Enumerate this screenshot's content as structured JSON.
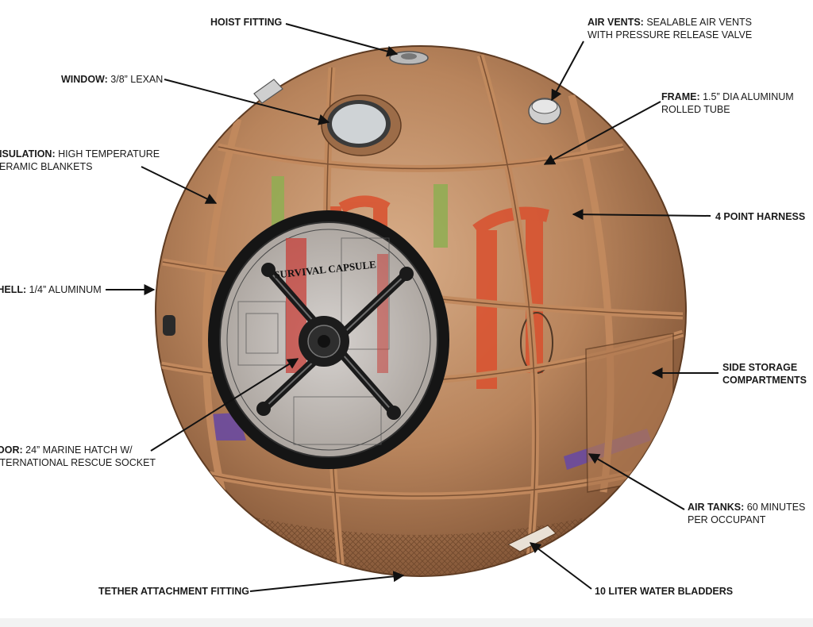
{
  "brand_logo": "SURVIVAL CAPSULE",
  "callouts": {
    "hoist": {
      "bold": "HOIST FITTING",
      "text": ""
    },
    "window": {
      "bold": "WINDOW:",
      "text": " 3/8” LEXAN"
    },
    "insulation": {
      "bold": "INSULATION:",
      "text": " HIGH TEMPERATURE",
      "line2": "CERAMIC BLANKETS"
    },
    "shell": {
      "bold": "SHELL:",
      "text": " 1/4” ALUMINUM"
    },
    "door": {
      "bold": "DOOR:",
      "text": " 24” MARINE HATCH W/",
      "line2": "INTERNATIONAL RESCUE SOCKET"
    },
    "tether": {
      "bold": "TETHER ATTACHMENT FITTING",
      "text": ""
    },
    "air_vents": {
      "bold": "AIR VENTS:",
      "text": " SEALABLE AIR VENTS",
      "line2": "WITH PRESSURE RELEASE VALVE"
    },
    "frame": {
      "bold": "FRAME:",
      "text": " 1.5” DIA ALUMINUM",
      "line2": "ROLLED TUBE"
    },
    "harness": {
      "bold": "4 POINT HARNESS",
      "text": ""
    },
    "storage": {
      "bold": "SIDE STORAGE",
      "text": "",
      "line2": "COMPARTMENTS"
    },
    "air_tanks": {
      "bold": "AIR TANKS:",
      "text": " 60 MINUTES",
      "line2": "PER OCCUPANT"
    },
    "water": {
      "bold": "10 LITER WATER BLADDERS",
      "text": ""
    }
  },
  "colors": {
    "shell": "#b07a52",
    "frame": "#c28a5e",
    "harness": "#d9502e",
    "strap_green": "#8fae52",
    "air_tank": "#6a4aa0",
    "hatch": "#1c1c1c"
  }
}
